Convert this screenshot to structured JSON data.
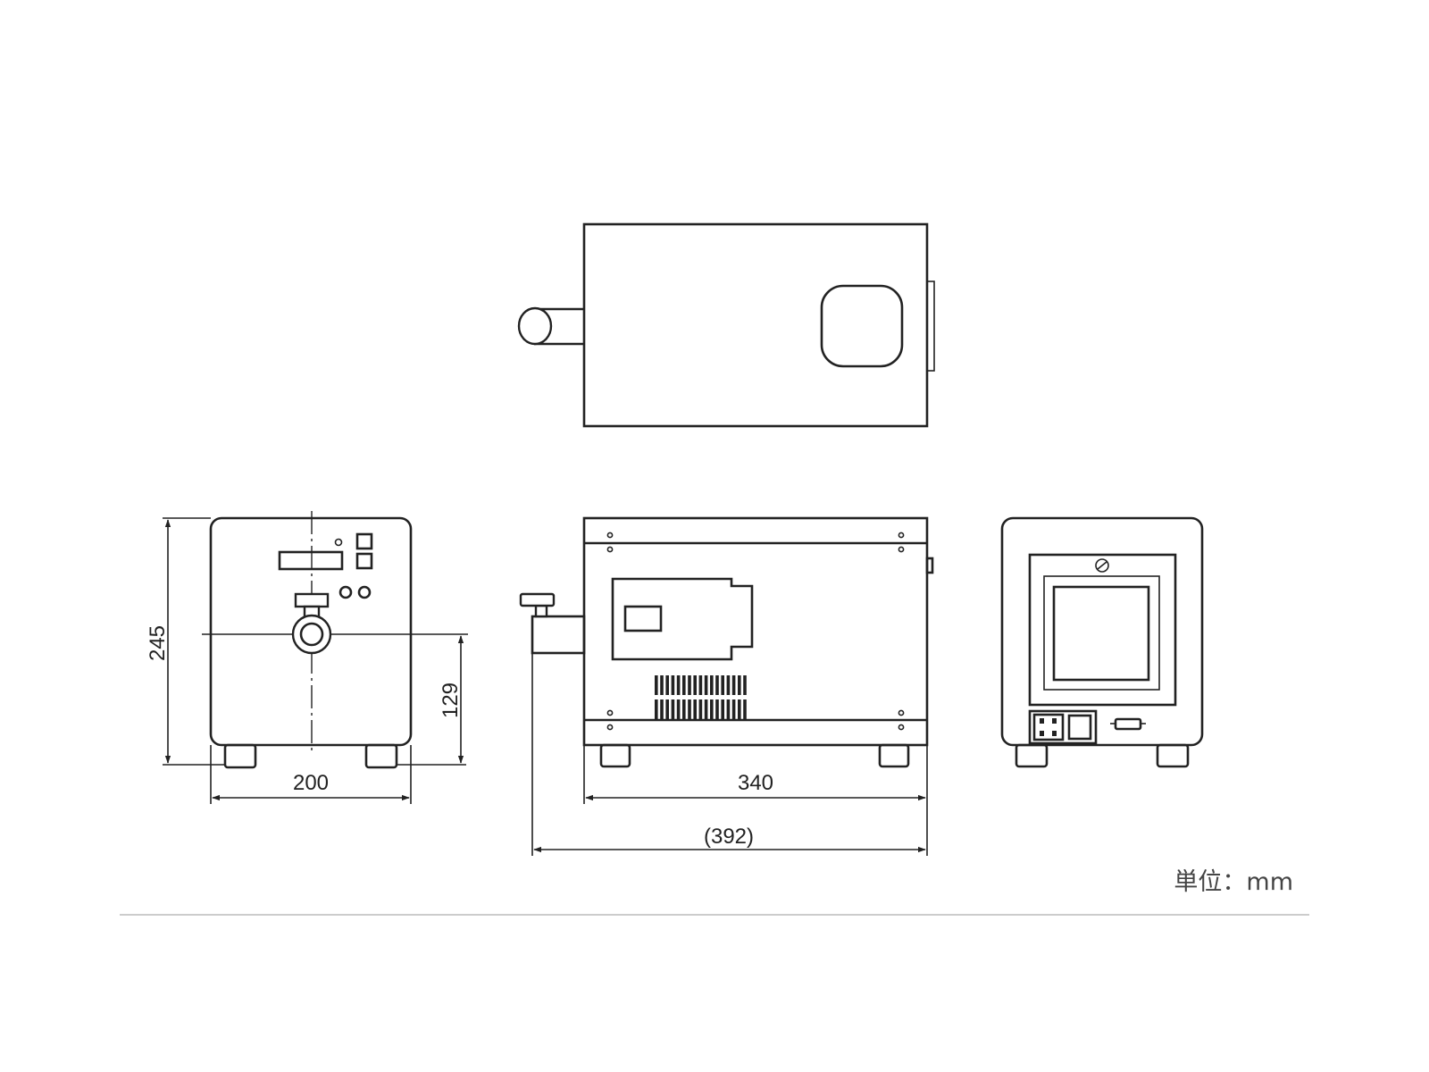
{
  "dimensions": {
    "height_total": "245",
    "axis_height": "129",
    "front_width": "200",
    "body_length": "340",
    "overall_length": "(392)"
  },
  "unit_label": "単位：mm",
  "colors": {
    "line": "#222222",
    "rule": "#cccccc",
    "background": "#ffffff"
  }
}
